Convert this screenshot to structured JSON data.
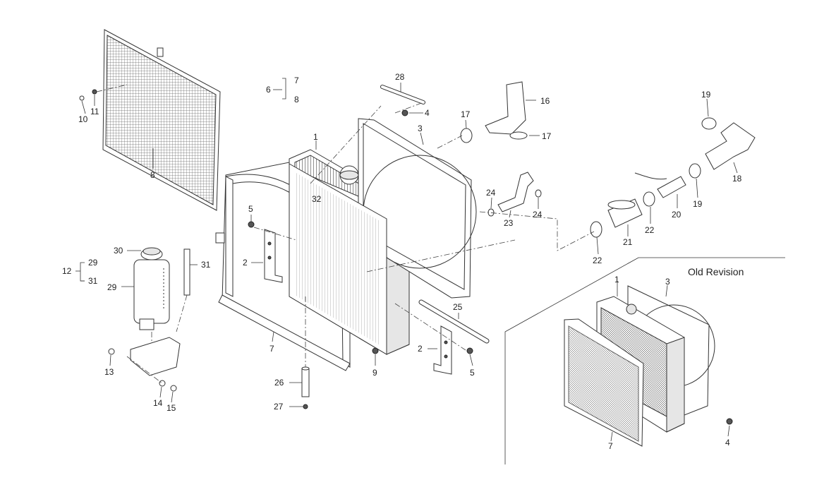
{
  "diagram": {
    "section_title": "Old Revision",
    "callouts": [
      {
        "id": "c1",
        "text": "1"
      },
      {
        "id": "c2a",
        "text": "2"
      },
      {
        "id": "c2b",
        "text": "2"
      },
      {
        "id": "c3",
        "text": "3"
      },
      {
        "id": "c4",
        "text": "4"
      },
      {
        "id": "c5a",
        "text": "5"
      },
      {
        "id": "c5b",
        "text": "5"
      },
      {
        "id": "c6",
        "text": "6"
      },
      {
        "id": "c7a",
        "text": "7"
      },
      {
        "id": "c7b",
        "text": "7"
      },
      {
        "id": "c8a",
        "text": "8"
      },
      {
        "id": "c8b",
        "text": "8"
      },
      {
        "id": "c9",
        "text": "9"
      },
      {
        "id": "c10",
        "text": "10"
      },
      {
        "id": "c11",
        "text": "11"
      },
      {
        "id": "c12",
        "text": "12"
      },
      {
        "id": "c13",
        "text": "13"
      },
      {
        "id": "c14",
        "text": "14"
      },
      {
        "id": "c15",
        "text": "15"
      },
      {
        "id": "c16",
        "text": "16"
      },
      {
        "id": "c17a",
        "text": "17"
      },
      {
        "id": "c17b",
        "text": "17"
      },
      {
        "id": "c18",
        "text": "18"
      },
      {
        "id": "c19a",
        "text": "19"
      },
      {
        "id": "c19b",
        "text": "19"
      },
      {
        "id": "c20",
        "text": "20"
      },
      {
        "id": "c21",
        "text": "21"
      },
      {
        "id": "c22a",
        "text": "22"
      },
      {
        "id": "c22b",
        "text": "22"
      },
      {
        "id": "c23",
        "text": "23"
      },
      {
        "id": "c24a",
        "text": "24"
      },
      {
        "id": "c24b",
        "text": "24"
      },
      {
        "id": "c25",
        "text": "25"
      },
      {
        "id": "c26",
        "text": "26"
      },
      {
        "id": "c27",
        "text": "27"
      },
      {
        "id": "c28",
        "text": "28"
      },
      {
        "id": "c29a",
        "text": "29"
      },
      {
        "id": "c29b",
        "text": "29"
      },
      {
        "id": "c30",
        "text": "30"
      },
      {
        "id": "c31a",
        "text": "31"
      },
      {
        "id": "c31b",
        "text": "31"
      },
      {
        "id": "c32",
        "text": "32"
      },
      {
        "id": "o1",
        "text": "1"
      },
      {
        "id": "o3",
        "text": "3"
      },
      {
        "id": "o4",
        "text": "4"
      },
      {
        "id": "o7",
        "text": "7"
      }
    ]
  }
}
